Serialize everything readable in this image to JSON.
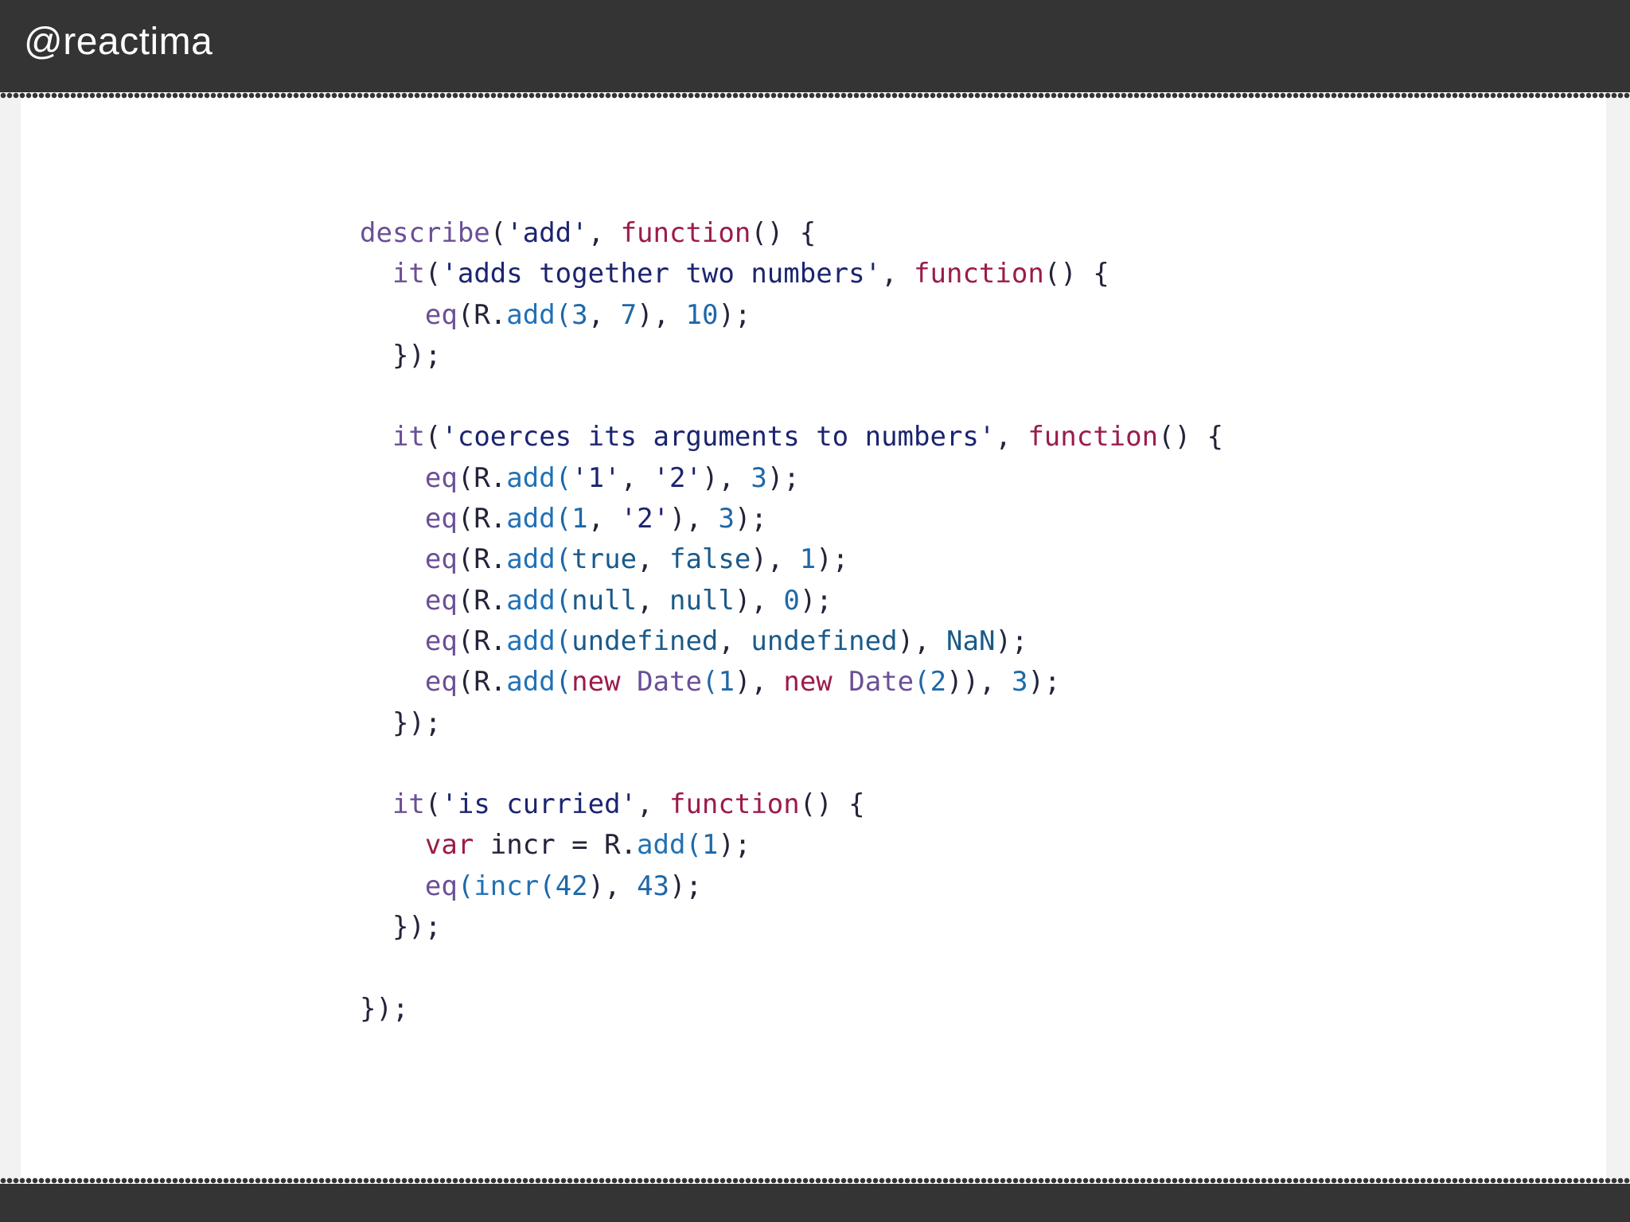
{
  "header": {
    "brand": "@reactima"
  },
  "code": {
    "lines": [
      [
        [
          "call",
          "describe"
        ],
        [
          "plain",
          "("
        ],
        [
          "str",
          "'add'"
        ],
        [
          "plain",
          ", "
        ],
        [
          "kw",
          "function"
        ],
        [
          "plain",
          "() {"
        ]
      ],
      [
        [
          "plain",
          "  "
        ],
        [
          "call",
          "it"
        ],
        [
          "plain",
          "("
        ],
        [
          "str",
          "'adds together two numbers'"
        ],
        [
          "plain",
          ", "
        ],
        [
          "kw",
          "function"
        ],
        [
          "plain",
          "() {"
        ]
      ],
      [
        [
          "plain",
          "    "
        ],
        [
          "call",
          "eq"
        ],
        [
          "plain",
          "(R."
        ],
        [
          "prop",
          "add"
        ],
        [
          "num",
          "("
        ],
        [
          "num",
          "3"
        ],
        [
          "plain",
          ", "
        ],
        [
          "num",
          "7"
        ],
        [
          "plain",
          "), "
        ],
        [
          "num",
          "10"
        ],
        [
          "plain",
          ");"
        ]
      ],
      [
        [
          "plain",
          "  });"
        ]
      ],
      [
        [
          "plain",
          ""
        ]
      ],
      [
        [
          "plain",
          "  "
        ],
        [
          "call",
          "it"
        ],
        [
          "plain",
          "("
        ],
        [
          "str",
          "'coerces its arguments to numbers'"
        ],
        [
          "plain",
          ", "
        ],
        [
          "kw",
          "function"
        ],
        [
          "plain",
          "() {"
        ]
      ],
      [
        [
          "plain",
          "    "
        ],
        [
          "call",
          "eq"
        ],
        [
          "plain",
          "(R."
        ],
        [
          "prop",
          "add"
        ],
        [
          "num",
          "("
        ],
        [
          "str",
          "'1'"
        ],
        [
          "plain",
          ", "
        ],
        [
          "str",
          "'2'"
        ],
        [
          "plain",
          "), "
        ],
        [
          "num",
          "3"
        ],
        [
          "plain",
          ");"
        ]
      ],
      [
        [
          "plain",
          "    "
        ],
        [
          "call",
          "eq"
        ],
        [
          "plain",
          "(R."
        ],
        [
          "prop",
          "add"
        ],
        [
          "num",
          "("
        ],
        [
          "num",
          "1"
        ],
        [
          "plain",
          ", "
        ],
        [
          "str",
          "'2'"
        ],
        [
          "plain",
          "), "
        ],
        [
          "num",
          "3"
        ],
        [
          "plain",
          ");"
        ]
      ],
      [
        [
          "plain",
          "    "
        ],
        [
          "call",
          "eq"
        ],
        [
          "plain",
          "(R."
        ],
        [
          "prop",
          "add"
        ],
        [
          "num",
          "("
        ],
        [
          "lit",
          "true"
        ],
        [
          "plain",
          ", "
        ],
        [
          "lit",
          "false"
        ],
        [
          "plain",
          "), "
        ],
        [
          "num",
          "1"
        ],
        [
          "plain",
          ");"
        ]
      ],
      [
        [
          "plain",
          "    "
        ],
        [
          "call",
          "eq"
        ],
        [
          "plain",
          "(R."
        ],
        [
          "prop",
          "add"
        ],
        [
          "num",
          "("
        ],
        [
          "lit",
          "null"
        ],
        [
          "plain",
          ", "
        ],
        [
          "lit",
          "null"
        ],
        [
          "plain",
          "), "
        ],
        [
          "num",
          "0"
        ],
        [
          "plain",
          ");"
        ]
      ],
      [
        [
          "plain",
          "    "
        ],
        [
          "call",
          "eq"
        ],
        [
          "plain",
          "(R."
        ],
        [
          "prop",
          "add"
        ],
        [
          "num",
          "("
        ],
        [
          "lit",
          "undefined"
        ],
        [
          "plain",
          ", "
        ],
        [
          "lit",
          "undefined"
        ],
        [
          "plain",
          "), "
        ],
        [
          "lit",
          "NaN"
        ],
        [
          "plain",
          ");"
        ]
      ],
      [
        [
          "plain",
          "    "
        ],
        [
          "call",
          "eq"
        ],
        [
          "plain",
          "(R."
        ],
        [
          "prop",
          "add"
        ],
        [
          "num",
          "("
        ],
        [
          "kw",
          "new"
        ],
        [
          "plain",
          " "
        ],
        [
          "call",
          "Date"
        ],
        [
          "num",
          "("
        ],
        [
          "num",
          "1"
        ],
        [
          "plain",
          "), "
        ],
        [
          "kw",
          "new"
        ],
        [
          "plain",
          " "
        ],
        [
          "call",
          "Date"
        ],
        [
          "num",
          "("
        ],
        [
          "num",
          "2"
        ],
        [
          "plain",
          ")), "
        ],
        [
          "num",
          "3"
        ],
        [
          "plain",
          ");"
        ]
      ],
      [
        [
          "plain",
          "  });"
        ]
      ],
      [
        [
          "plain",
          ""
        ]
      ],
      [
        [
          "plain",
          "  "
        ],
        [
          "call",
          "it"
        ],
        [
          "plain",
          "("
        ],
        [
          "str",
          "'is curried'"
        ],
        [
          "plain",
          ", "
        ],
        [
          "kw",
          "function"
        ],
        [
          "plain",
          "() {"
        ]
      ],
      [
        [
          "plain",
          "    "
        ],
        [
          "kw",
          "var"
        ],
        [
          "plain",
          " incr = R."
        ],
        [
          "prop",
          "add"
        ],
        [
          "num",
          "("
        ],
        [
          "num",
          "1"
        ],
        [
          "plain",
          ");"
        ]
      ],
      [
        [
          "plain",
          "    "
        ],
        [
          "call",
          "eq"
        ],
        [
          "num",
          "("
        ],
        [
          "prop",
          "incr"
        ],
        [
          "num",
          "("
        ],
        [
          "num",
          "42"
        ],
        [
          "plain",
          "), "
        ],
        [
          "num",
          "43"
        ],
        [
          "plain",
          ");"
        ]
      ],
      [
        [
          "plain",
          "  });"
        ]
      ],
      [
        [
          "plain",
          ""
        ]
      ],
      [
        [
          "plain",
          "});"
        ]
      ]
    ]
  }
}
